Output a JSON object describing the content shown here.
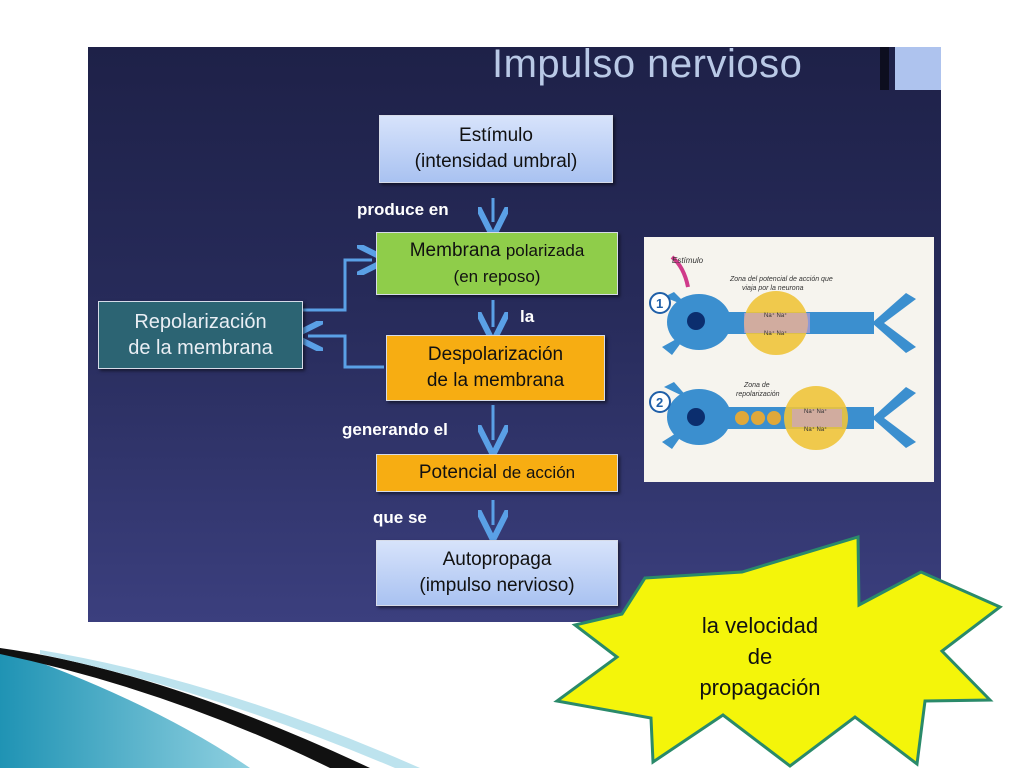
{
  "slide": {
    "title": "Impulso nervioso"
  },
  "boxes": {
    "estimulo": {
      "line1": "Estímulo",
      "line2": "(intensidad umbral)"
    },
    "membrana": {
      "line1a": "Membrana ",
      "line1b": "polarizada",
      "line2": "(en reposo)"
    },
    "despolarizacion": {
      "line1": "Despolarización",
      "line2": "de la membrana"
    },
    "potencial": {
      "line1a": "Potencial ",
      "line1b": "de acción"
    },
    "autopropaga": {
      "line1": "Autopropaga",
      "line2": "(impulso nervioso)"
    },
    "repolarizacion": {
      "line1": "Repolarización",
      "line2": "de la membrana"
    }
  },
  "connectors": {
    "produce_en": "produce en",
    "la": "la",
    "generando_el": "generando el",
    "que_se": "que se"
  },
  "figure": {
    "estimulo": "Estímulo",
    "zona_potencial_1": "Zona del potencial de acción que",
    "zona_potencial_2": "viaja por la neurona",
    "zona_repol_1": "Zona de",
    "zona_repol_2": "repolarización",
    "step1": "1",
    "step2": "2",
    "na": "Na⁺"
  },
  "callout": {
    "line1": "la velocidad",
    "line2": "de",
    "line3": "propagación"
  },
  "colors": {
    "panel": "#272b5a",
    "title": "#b9c9e6",
    "box_blue": "#a9c2f1",
    "box_green": "#8fcd4a",
    "box_orange": "#f7ad12",
    "box_teal": "#2c6473",
    "arrow": "#5aa0e6",
    "star_fill": "#f4f50a",
    "star_stroke": "#2a8a6a"
  }
}
